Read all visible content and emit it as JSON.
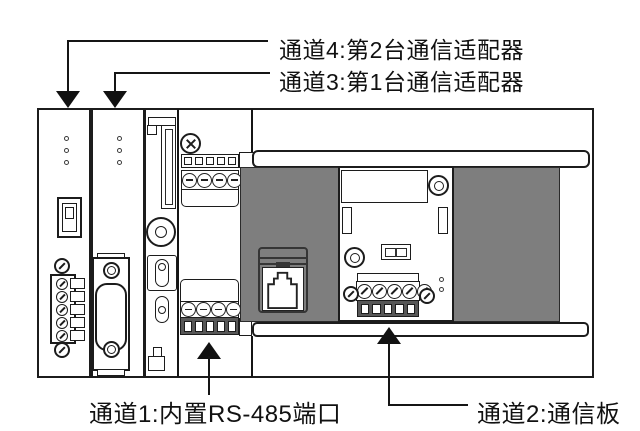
{
  "annotations": {
    "channel4": {
      "label": "通道4:第2台通信适配器"
    },
    "channel3": {
      "label": "通道3:第1台通信适配器"
    },
    "channel1": {
      "label": "通道1:内置RS-485端口"
    },
    "channel2": {
      "label": "通道2:通信板"
    }
  },
  "colors": {
    "line": "#1c1c1c",
    "panel_gray": "#7e7e7e",
    "background": "#ffffff"
  },
  "icons": [
    "down-arrow-icon",
    "up-arrow-icon",
    "led-dot-icon",
    "phillips-screw-icon",
    "slotted-screw-icon",
    "terminal-block-icon",
    "dsub-port-icon",
    "rj45-jack-icon",
    "din-rail-hook-icon",
    "run-stop-switch-icon",
    "potentiometer-icon"
  ]
}
